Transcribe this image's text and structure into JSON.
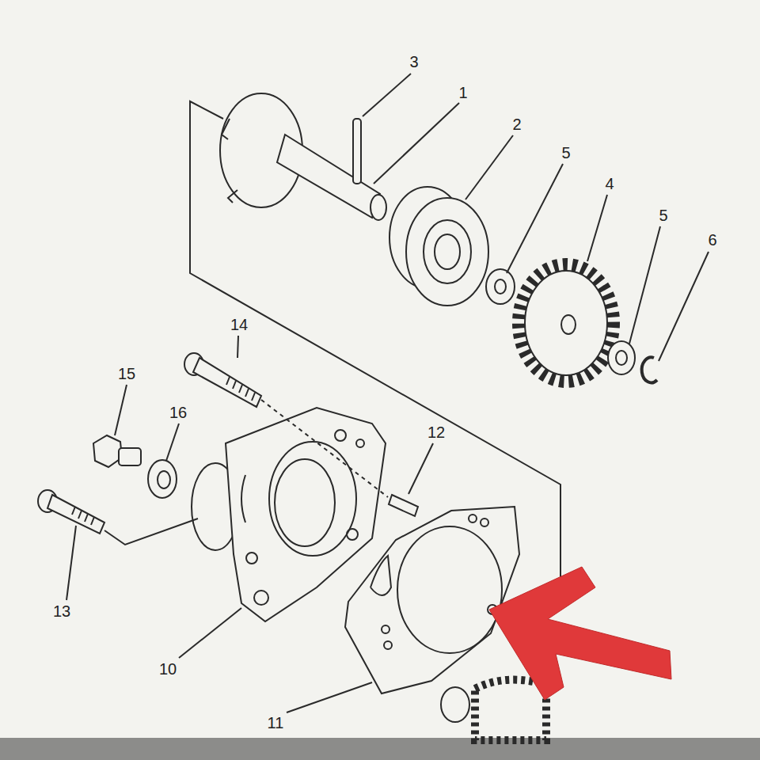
{
  "diagram": {
    "labels": [
      "3",
      "1",
      "2",
      "5",
      "4",
      "5",
      "6",
      "14",
      "15",
      "16",
      "12",
      "13",
      "10",
      "11"
    ]
  }
}
